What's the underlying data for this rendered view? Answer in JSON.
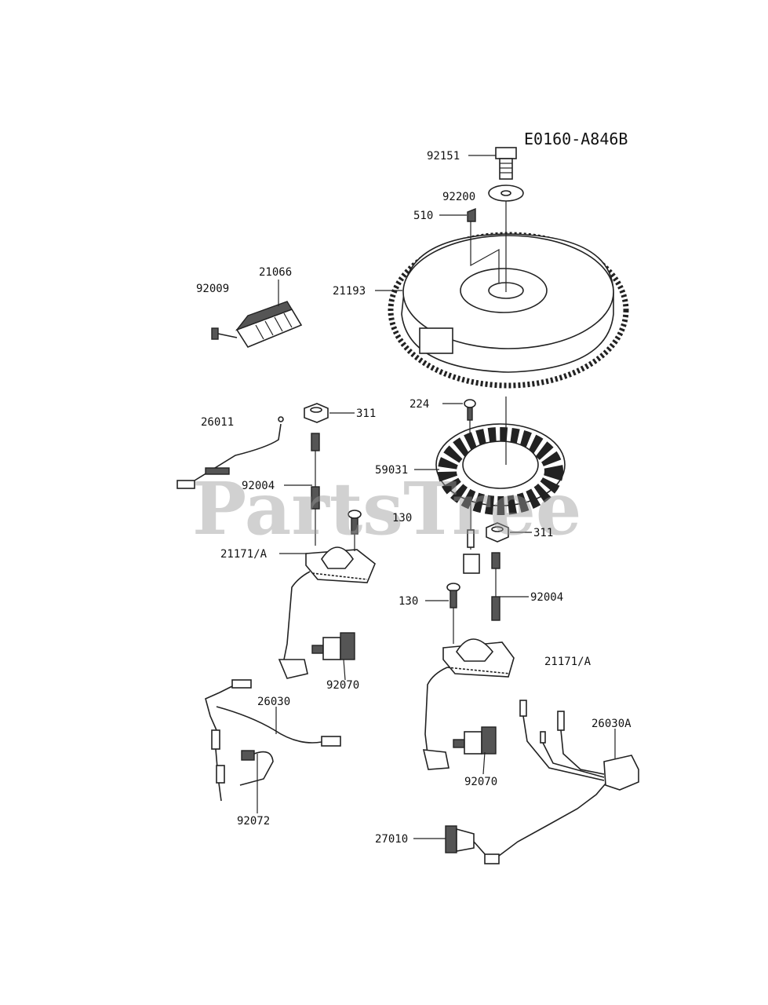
{
  "diagram_id": "E0160-A846B",
  "watermark": "PartsTree",
  "labels": {
    "p92151": "92151",
    "p92200": "92200",
    "p510": "510",
    "p21193": "21193",
    "p92009": "92009",
    "p21066": "21066",
    "p26011": "26011",
    "p311a": "311",
    "p92004a": "92004",
    "p224": "224",
    "p59031": "59031",
    "p130a": "130",
    "p311b": "311",
    "p21171a": "21171/A",
    "p130b": "130",
    "p92004b": "92004",
    "p21171b": "21171/A",
    "p92070a": "92070",
    "p26030": "26030",
    "p26030A": "26030A",
    "p92070b": "92070",
    "p92072": "92072",
    "p27010": "27010"
  }
}
